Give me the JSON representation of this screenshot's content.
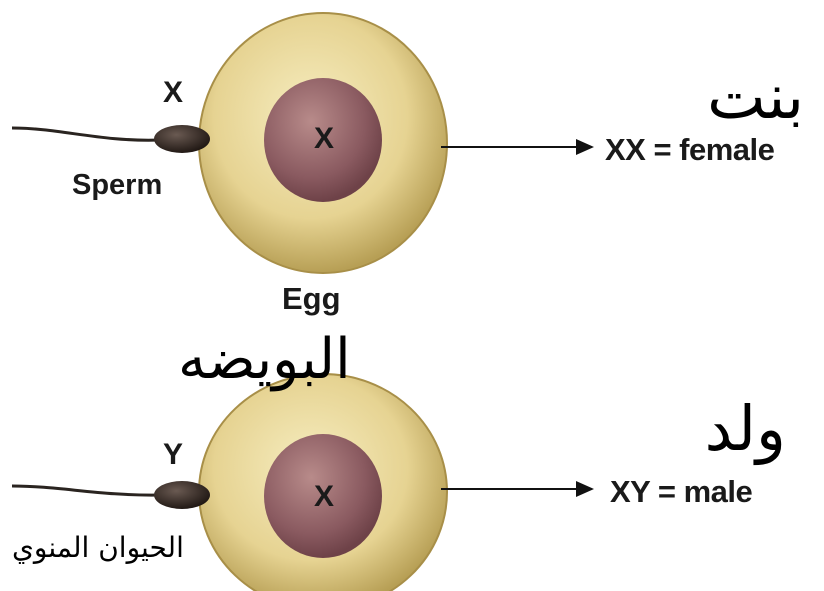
{
  "top": {
    "sperm_chromosome": "X",
    "sperm_label": "Sperm",
    "nucleus_label": "X",
    "result_label": "XX = female",
    "arabic_result": "بنت"
  },
  "middle": {
    "egg_label": "Egg",
    "arabic_egg": "البويضه"
  },
  "bottom": {
    "sperm_chromosome": "Y",
    "nucleus_label": "X",
    "result_label": "XY = male",
    "arabic_result": "ولد",
    "arabic_sperm": "الحيوان المنوي"
  },
  "colors": {
    "egg_outer": "#d4c07a",
    "egg_inner": "#efe3a6",
    "nucleus": "#8a5a60",
    "nucleus_light": "#b88b8a",
    "sperm_head": "#2b1f1a",
    "arrow": "#111111"
  }
}
